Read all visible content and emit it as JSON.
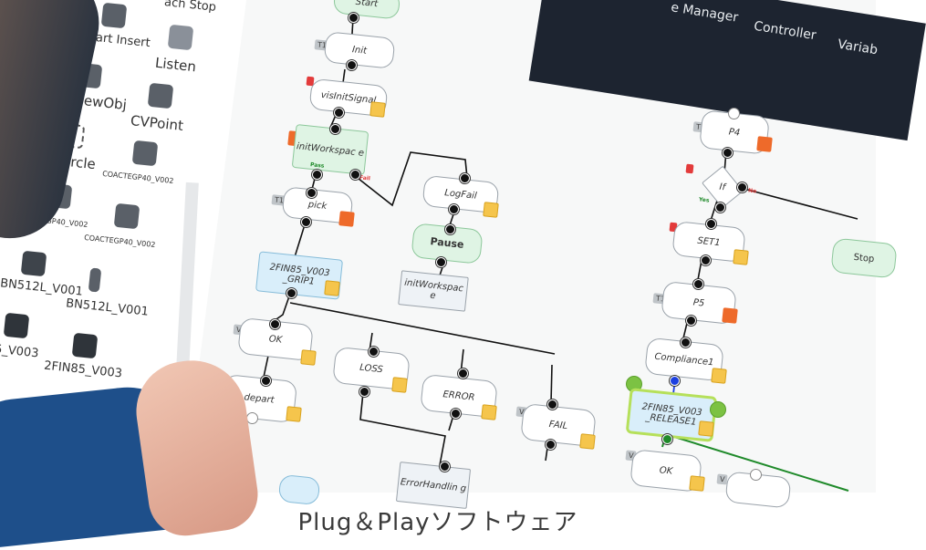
{
  "header": {
    "tabs": [
      "e Manager",
      "Controller",
      "Variab"
    ]
  },
  "palette": {
    "items": [
      {
        "label": "ach Stop",
        "icon": "stop-icon"
      },
      {
        "label": "Smart Insert",
        "icon": "smart-insert-icon"
      },
      {
        "label": "Listen",
        "icon": "listen-icon"
      },
      {
        "label": "CVNewObj",
        "icon": "cv-new-obj-icon"
      },
      {
        "label": "CVPoint",
        "icon": "cv-point-icon"
      },
      {
        "label": "CVCircle",
        "icon": "cv-circle-icon"
      },
      {
        "label": "COACTEGP40_V002",
        "icon": "gripper-icon"
      },
      {
        "label": "COACTEGP40_V002",
        "icon": "gripper-icon"
      },
      {
        "label": "COACTEGP40_V002",
        "icon": "gripper-settings-icon"
      },
      {
        "label": "BN512L_V001",
        "icon": "bn512l-icon"
      },
      {
        "label": "BN512L_V001",
        "icon": "bn512l-arrows-icon"
      },
      {
        "label": "5_V003",
        "icon": "fin-gripper-icon"
      },
      {
        "label": "2FIN85_V003",
        "icon": "fin-gripper-icon"
      }
    ]
  },
  "flow": {
    "start": "Start",
    "init": "Init",
    "visinit": "visInitSignal",
    "initworkspace": "initWorkspac e",
    "pick": "pick",
    "logfail": "LogFail",
    "pause": "Pause",
    "initworkspace2": "initWorkspac e",
    "grip": "2FIN85_V003 _GRIP1",
    "ok": "OK",
    "depart": "depart",
    "loss": "LOSS",
    "error": "ERROR",
    "fail": "FAIL",
    "errorhandling": "ErrorHandlin g",
    "p4": "P4",
    "if": "If",
    "set1": "SET1",
    "stop": "Stop",
    "p5": "P5",
    "compliance": "Compliance1",
    "release": "2FIN85_V003 _RELEASE1",
    "ok2": "OK",
    "tag_t1": "T1",
    "tag_v": "V",
    "pass": "Pass",
    "fail_label": "Fail",
    "yes": "Yes",
    "no": "No"
  },
  "caption": "Plug＆Playソフトウェア",
  "colors": {
    "accent_green": "#b6e05a",
    "node_green": "#dff4e4",
    "node_blue": "#d9eefa",
    "badge_orange": "#ee6a2a",
    "badge_yellow": "#f5c54c",
    "sleeve_blue": "#1e4f8a"
  }
}
